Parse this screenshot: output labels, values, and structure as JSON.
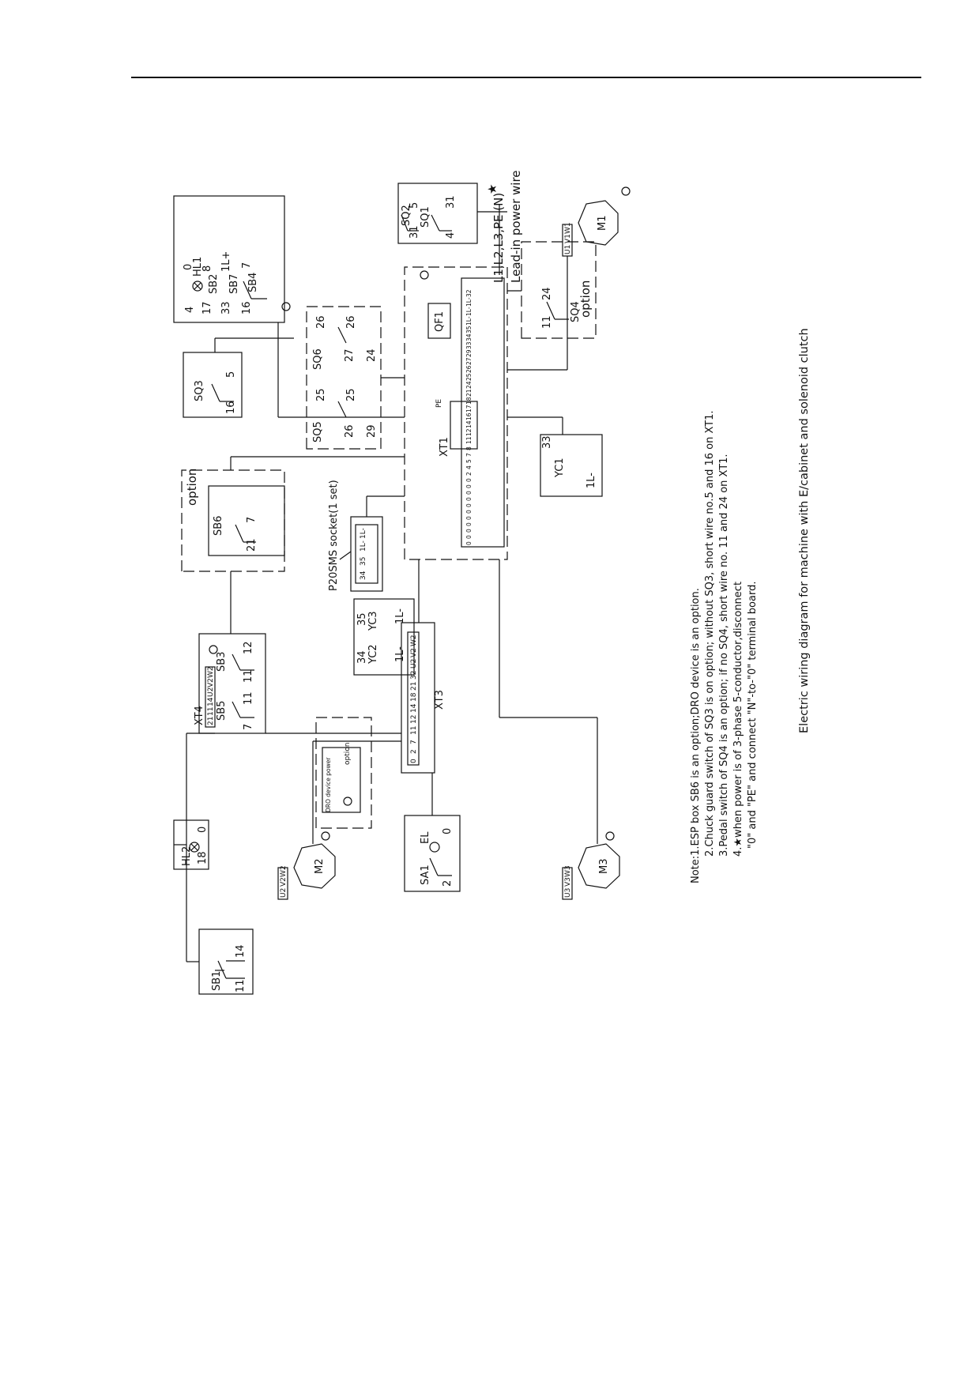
{
  "labels": {
    "sb1": "SB1",
    "sb1_a": "11",
    "sb1_b": "14",
    "hl2": "HL2",
    "hl2_a": "18",
    "hl2_b": "0",
    "sb5": "SB5",
    "sb3": "SB3",
    "xt4": "XT4",
    "sb5_a": "7",
    "sb5_b": "11",
    "sb3_a": "11",
    "sb3_b": "12",
    "xt4_terminals": [
      "21",
      "11",
      "14",
      "U2",
      "V2",
      "W2"
    ],
    "sb6": "SB6",
    "sb6_a": "21",
    "sb6_b": "7",
    "sb6_option": "option",
    "sq3": "SQ3",
    "sq3_a": "16",
    "sq3_b": "5",
    "sb4": "SB4",
    "sb7": "SB7",
    "sb2": "SB2",
    "hl1": "HL1",
    "sb4_a": "16",
    "sb4_b": "7",
    "sb7_a": "33",
    "sb7_b": "1L+",
    "sb2_a": "17",
    "sb2_b": "8",
    "hl1_a": "4",
    "hl1_b": "0",
    "m2": "M2",
    "m2_terms": [
      "U2",
      "V2",
      "W2"
    ],
    "dro_power": "DRO device power",
    "dro_option": "option",
    "sa1": "SA1",
    "el": "EL",
    "sa1_a": "2",
    "el_b": "0",
    "xt3": "XT3",
    "xt3_terminals": [
      "0",
      "2",
      "7",
      "11",
      "12",
      "14",
      "18",
      "21",
      "32",
      "U2",
      "V2",
      "W2"
    ],
    "yc2": "YC2",
    "yc3": "YC3",
    "yc2_a": "34",
    "yc3_a": "35",
    "yc_bot": "1L-",
    "socket": "P20SMS socket(1 set)",
    "socket_pins": [
      "34",
      "35",
      "1L-",
      "1L-"
    ],
    "m3": "M3",
    "m3_terms": [
      "U3",
      "V3",
      "W3"
    ],
    "sq5": "SQ5",
    "sq6": "SQ6",
    "sq5_a": "25",
    "sq5_b": "26",
    "sq5_c": "25",
    "sq5_d": "29",
    "sq6_a": "26",
    "sq6_b": "27",
    "sq6_c": "26",
    "sq6_d": "24",
    "xt1": "XT1",
    "pe": "PE",
    "qf1": "QF1",
    "xt1_terminals": [
      "0",
      "0",
      "0",
      "0",
      "0",
      "0",
      "0",
      "0",
      "0",
      "0",
      "0",
      "2",
      "4",
      "5",
      "7",
      "8",
      "11",
      "12",
      "14",
      "16",
      "17",
      "18",
      "21",
      "24",
      "25",
      "26",
      "27",
      "29",
      "33",
      "34",
      "35",
      "1L-",
      "1L-",
      "1L-",
      "32"
    ],
    "yc1": "YC1",
    "yc1_a": "33",
    "yc1_b": "1L-",
    "sq4": "SQ4",
    "sq4_a": "11",
    "sq4_b": "24",
    "sq4_option": "option",
    "sq1": "SQ1",
    "sq2": "SQ2",
    "sq1_a": "4",
    "sq1_b": "31",
    "sq2_a": "31",
    "sq2_b": "5",
    "m1": "M1",
    "m1_terms": [
      "U1",
      "V1",
      "W1"
    ],
    "power_in": "L1,L2,L3,PE (N)",
    "power_star": "★",
    "lead_in": "Lead-in power wire"
  },
  "notes": [
    "Note:1.ESP box SB6 is an option;DRO device is an option.",
    "2.Chuck guard switch of SQ3 is on option; without SQ3, short wire no.5 and 16 on XT1.",
    "3.Pedal switch of SQ4 is an option; if no SQ4, short wire no. 11 and 24 on XT1.",
    "4.★when power is of 3-phase 5-conductor,disconnect",
    "\"0\" and \"PE\" and connect \"N\"-to-\"0\" terminal board."
  ],
  "caption": "Electric wiring diagram for machine with E/cabinet and solenoid clutch"
}
